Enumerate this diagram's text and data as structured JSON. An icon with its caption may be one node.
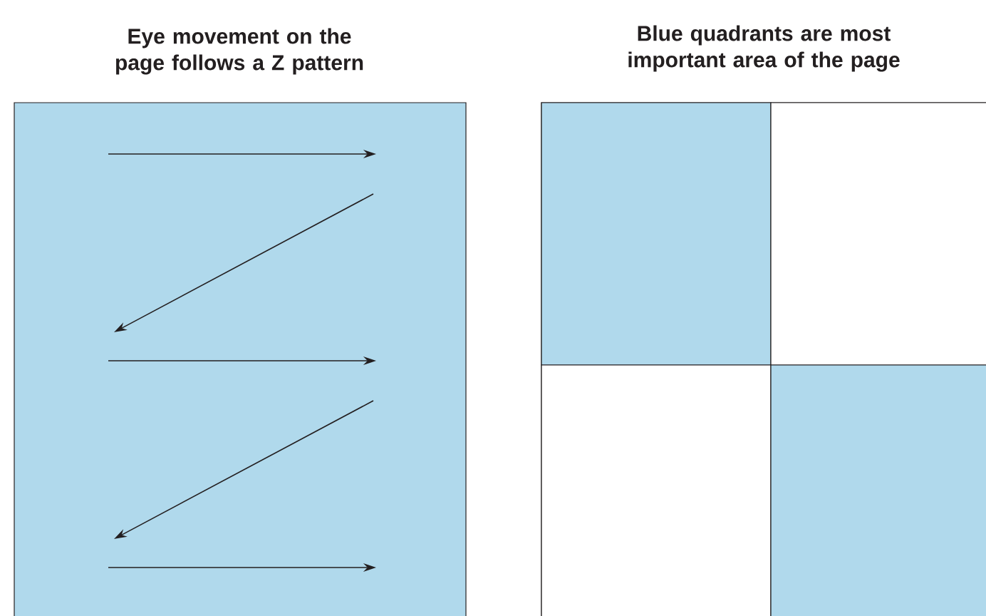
{
  "diagram": {
    "nodes": [
      {
        "text": [
          "Eye movement on the page follows a Z pattern"
        ]
      },
      {
        "text": [
          "Blue quadrants are most important area of the page"
        ]
      },
      {
        "text": [],
        "shape": "box",
        "in": 1
      },
      {
        "text": [],
        "shape": "box",
        "in": 1
      },
      {
        "text": [],
        "shape": "box",
        "in": 1
      },
      {
        "text": [],
        "shape": "box",
        "in": 1
      }
    ]
  }
}
